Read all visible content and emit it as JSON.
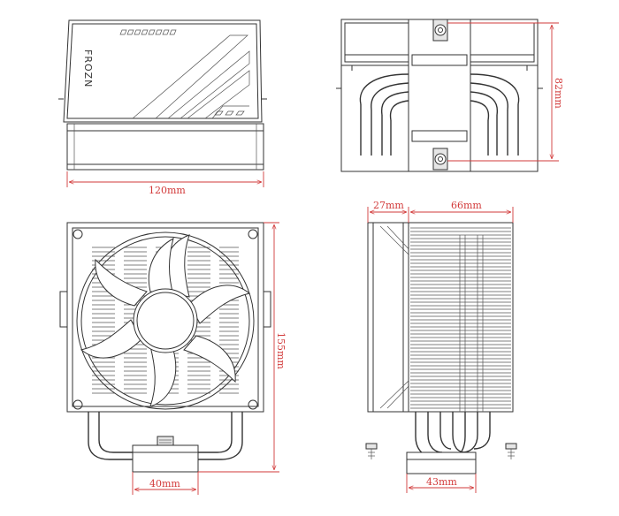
{
  "brand": "FROZN",
  "dimensions": {
    "top_width": "120mm",
    "side_height": "82mm",
    "front_height": "155mm",
    "fan_offset": "27mm",
    "heatsink_depth": "66mm",
    "front_base_width": "40mm",
    "side_base_width": "43mm"
  },
  "colors": {
    "line": "#333333",
    "dimension": "#d23a3a"
  }
}
